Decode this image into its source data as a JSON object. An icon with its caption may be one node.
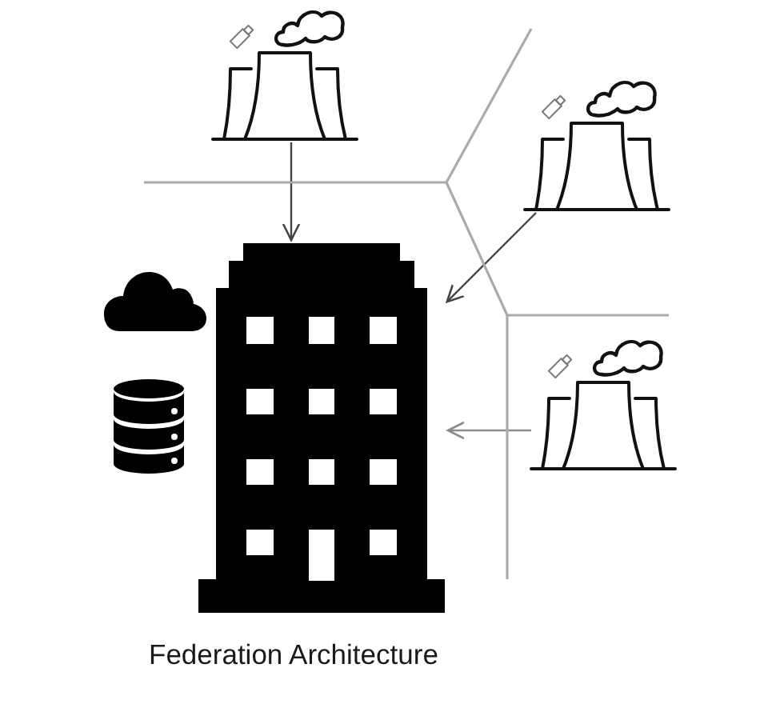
{
  "diagram": {
    "caption": "Federation Architecture",
    "nodes": [
      {
        "text": [],
        "shape": "picture"
      },
      {
        "text": [],
        "shape": "picture"
      },
      {
        "text": [],
        "shape": "picture"
      },
      {
        "text": [],
        "shape": "picture"
      }
    ],
    "edges": [
      {
        "from": 0,
        "to": 3,
        "arrow": "to"
      },
      {
        "from": 1,
        "to": 3,
        "arrow": "to"
      },
      {
        "from": 2,
        "to": 3,
        "arrow": "to",
        "color": "#8c8c8c"
      }
    ]
  }
}
